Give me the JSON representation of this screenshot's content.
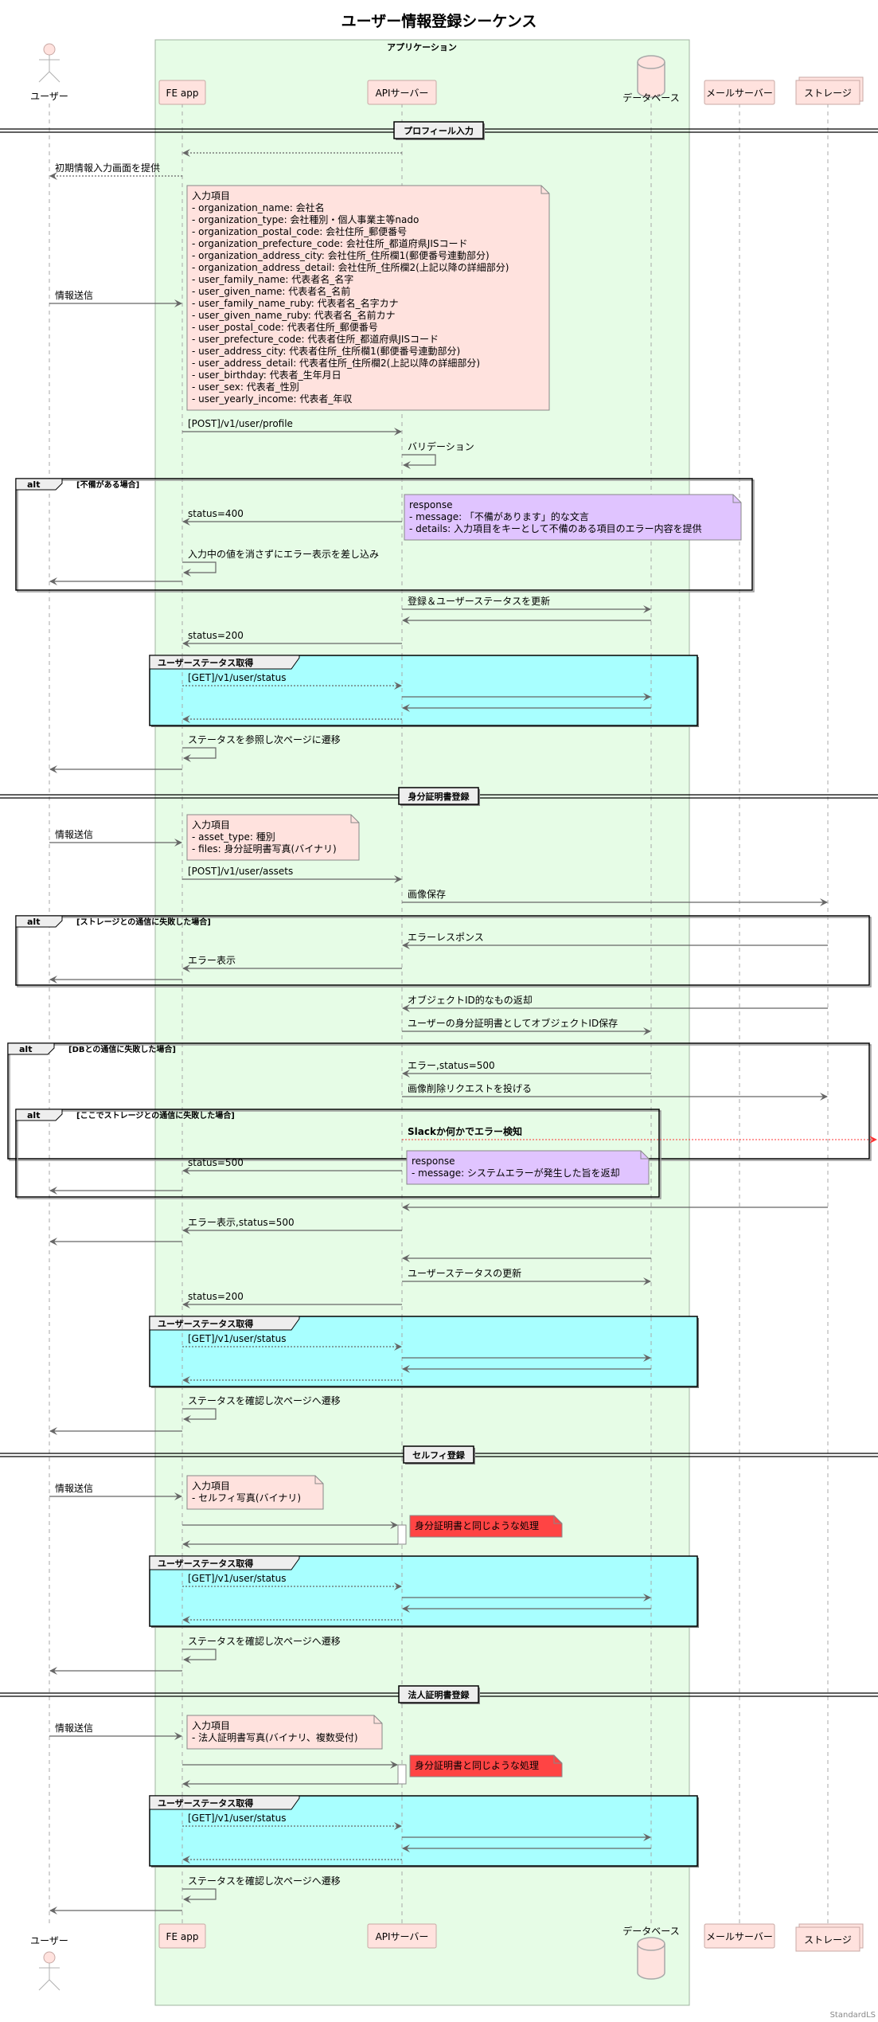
{
  "title": "ユーザー情報登録シーケンス",
  "colors": {
    "participant_fill": "#FFE2DE",
    "participant_border": "#C8A8A4",
    "app_box_fill": "#E6FCE6",
    "app_box_border": "#A0B4A0",
    "group_fill": "#A8FFFF",
    "note_pink": "#FFE2DE",
    "note_purple": "#E0C4FF",
    "note_red": "#FF4444",
    "arrow": "#666666",
    "slack_arrow": "#FF3333"
  },
  "app_box": {
    "label": "アプリケーション"
  },
  "participants": [
    {
      "id": "user",
      "label": "ユーザー",
      "kind": "actor"
    },
    {
      "id": "fe",
      "label": "FE app",
      "kind": "participant"
    },
    {
      "id": "api",
      "label": "APIサーバー",
      "kind": "participant"
    },
    {
      "id": "db",
      "label": "データベース",
      "kind": "database"
    },
    {
      "id": "mail",
      "label": "メールサーバー",
      "kind": "participant"
    },
    {
      "id": "storage",
      "label": "ストレージ",
      "kind": "collections"
    }
  ],
  "sections": [
    {
      "label": "プロフィール入力"
    },
    {
      "label": "身分証明書登録"
    },
    {
      "label": "セルフィ登録"
    },
    {
      "label": "法人証明書登録"
    }
  ],
  "groups": {
    "status_fetch": "ユーザーステータス取得",
    "alt_keyword": "alt"
  },
  "alts": [
    {
      "condition": "[不備がある場合]"
    },
    {
      "condition": "[ストレージとの通信に失敗した場合]"
    },
    {
      "condition": "[DBとの通信に失敗した場合]"
    },
    {
      "condition": "[ここでストレージとの通信に失敗した場合]"
    }
  ],
  "messages": {
    "provide_initial": "初期情報入力画面を提供",
    "send_info": "情報送信",
    "post_profile": "[POST]/v1/user/profile",
    "validation": "バリデーション",
    "status_400": "status=400",
    "insert_error": "入力中の値を消さずにエラー表示を差し込み",
    "register_update": "登録＆ユーザーステータスを更新",
    "status_200": "status=200",
    "get_status": "[GET]/v1/user/status",
    "next_page_ref": "ステータスを参照し次ページに遷移",
    "post_assets": "[POST]/v1/user/assets",
    "save_image": "画像保存",
    "error_response": "エラーレスポンス",
    "error_display": "エラー表示",
    "return_object_id": "オブジェクトID的なもの返却",
    "save_object_id": "ユーザーの身分証明書としてオブジェクトID保存",
    "error_500": "エラー,status=500",
    "delete_image": "画像削除リクエストを投げる",
    "slack_detect": "Slackか何かでエラー検知",
    "status_500": "status=500",
    "error_display_500": "エラー表示,status=500",
    "update_status": "ユーザーステータスの更新",
    "next_page_confirm": "ステータスを確認し次ページへ遷移"
  },
  "notes": {
    "profile_inputs": [
      "入力項目",
      "- organization_name: 会社名",
      "- organization_type: 会社種別・個人事業主等nado",
      "- organization_postal_code: 会社住所_郵便番号",
      "- organization_prefecture_code: 会社住所_都道府県JISコード",
      "- organization_address_city: 会社住所_住所欄1(郵便番号連動部分)",
      "- organization_address_detail: 会社住所_住所欄2(上記以降の詳細部分)",
      "- user_family_name: 代表者名_名字",
      "- user_given_name: 代表者名_名前",
      "- user_family_name_ruby: 代表者名_名字カナ",
      "- user_given_name_ruby: 代表者名_名前カナ",
      "- user_postal_code: 代表者住所_郵便番号",
      "- user_prefecture_code: 代表者住所_都道府県JISコード",
      "- user_address_city: 代表者住所_住所欄1(郵便番号連動部分)",
      "- user_address_detail: 代表者住所_住所欄2(上記以降の詳細部分)",
      "- user_birthday: 代表者_生年月日",
      "- user_sex: 代表者_性別",
      "- user_yearly_income: 代表者_年収"
    ],
    "response_400": [
      "response",
      "- message: 「不備があります」的な文言",
      "- details: 入力項目をキーとして不備のある項目のエラー内容を提供"
    ],
    "asset_inputs": [
      "入力項目",
      "- asset_type: 種別",
      "- files: 身分証明書写真(バイナリ)"
    ],
    "response_500": [
      "response",
      "- message: システムエラーが発生した旨を返却"
    ],
    "selfie_inputs": [
      "入力項目",
      "- セルフィ写真(バイナリ)"
    ],
    "same_processing": "身分証明書と同じような処理",
    "corp_inputs": [
      "入力項目",
      "- 法人証明書写真(バイナリ、複数受付)"
    ]
  },
  "footer": "StandardLS"
}
